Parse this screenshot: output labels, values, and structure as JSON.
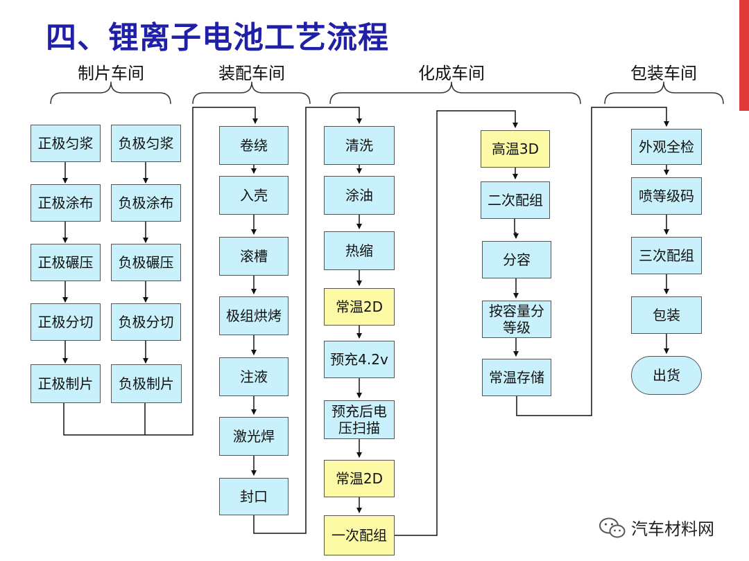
{
  "title": "四、锂离子电池工艺流程",
  "sections": {
    "electrode": "制片车间",
    "assembly": "装配车间",
    "formation": "化成车间",
    "packaging": "包装车间"
  },
  "electrode_positive": [
    "正极匀浆",
    "正极涂布",
    "正极碾压",
    "正极分切",
    "正极制片"
  ],
  "electrode_negative": [
    "负极匀浆",
    "负极涂布",
    "负极碾压",
    "负极分切",
    "负极制片"
  ],
  "assembly_steps": [
    "卷绕",
    "入壳",
    "滚槽",
    "极组烘烤",
    "注液",
    "激光焊",
    "封口"
  ],
  "formation_steps_1": [
    "清洗",
    "涂油",
    "热缩",
    "常温2D",
    "预充4.2v",
    "预充后电压扫描",
    "常温2D",
    "一次配组"
  ],
  "formation_steps_2": [
    "高温3D",
    "二次配组",
    "分容",
    "按容量分等级",
    "常温存储"
  ],
  "packaging_steps": [
    "外观全检",
    "喷等级码",
    "三次配组",
    "包装",
    "出货"
  ],
  "watermark": "汽车材料网",
  "colors": {
    "title": "#1f1fa8",
    "box_fill": "#c8f1fb",
    "highlight_fill": "#fdfaa6",
    "accent_bar": "#e13a3a"
  }
}
